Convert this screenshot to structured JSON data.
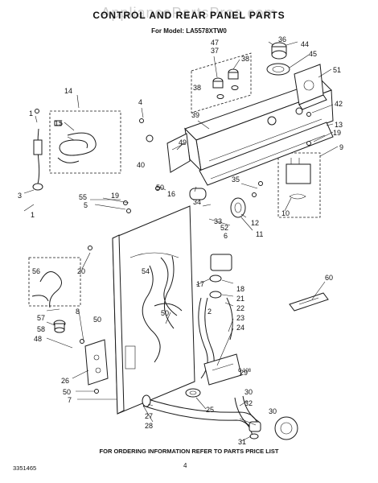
{
  "header": {
    "watermark": "AppliancePartsPros.com",
    "title": "CONTROL AND REAR PANEL PARTS",
    "model": "For Model: LA5578XTW0"
  },
  "footer": {
    "note": "FOR ORDERING INFORMATION REFER TO PARTS PRICE LIST",
    "doc_number": "3351465",
    "page": "4"
  },
  "callouts": [
    "1",
    "2",
    "3",
    "4",
    "5",
    "6",
    "7",
    "8",
    "9",
    "10",
    "11",
    "12",
    "13",
    "14",
    "15",
    "16",
    "17",
    "18",
    "19",
    "20",
    "21",
    "22",
    "23",
    "24",
    "25",
    "26",
    "27",
    "28",
    "29",
    "30",
    "31",
    "32",
    "33",
    "34",
    "35",
    "36",
    "37",
    "38",
    "39",
    "40",
    "42",
    "44",
    "45",
    "47",
    "48",
    "49",
    "50",
    "51",
    "52",
    "54",
    "55",
    "56",
    "57",
    "58",
    "60"
  ]
}
